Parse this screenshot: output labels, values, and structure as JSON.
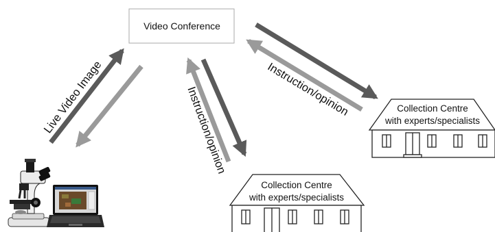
{
  "top_node": {
    "label": "Video Conference"
  },
  "arrows": {
    "left_label": "Live Video Image",
    "middle_label": "Instruction/opinion",
    "right_label": "Instruction/opinion"
  },
  "centre_right": {
    "line1": "Collection Centre",
    "line2": "with experts/specialists"
  },
  "centre_bottom": {
    "line1": "Collection Centre",
    "line2": "with experts/specialists"
  },
  "colors": {
    "arrow_dark": "#5a5a5a",
    "arrow_light": "#9a9a9a",
    "box_border": "#aaaaaa",
    "building_line": "#222222"
  },
  "icons": {
    "source": "microscope-icon",
    "computer": "laptop-icon",
    "building": "building-icon"
  }
}
